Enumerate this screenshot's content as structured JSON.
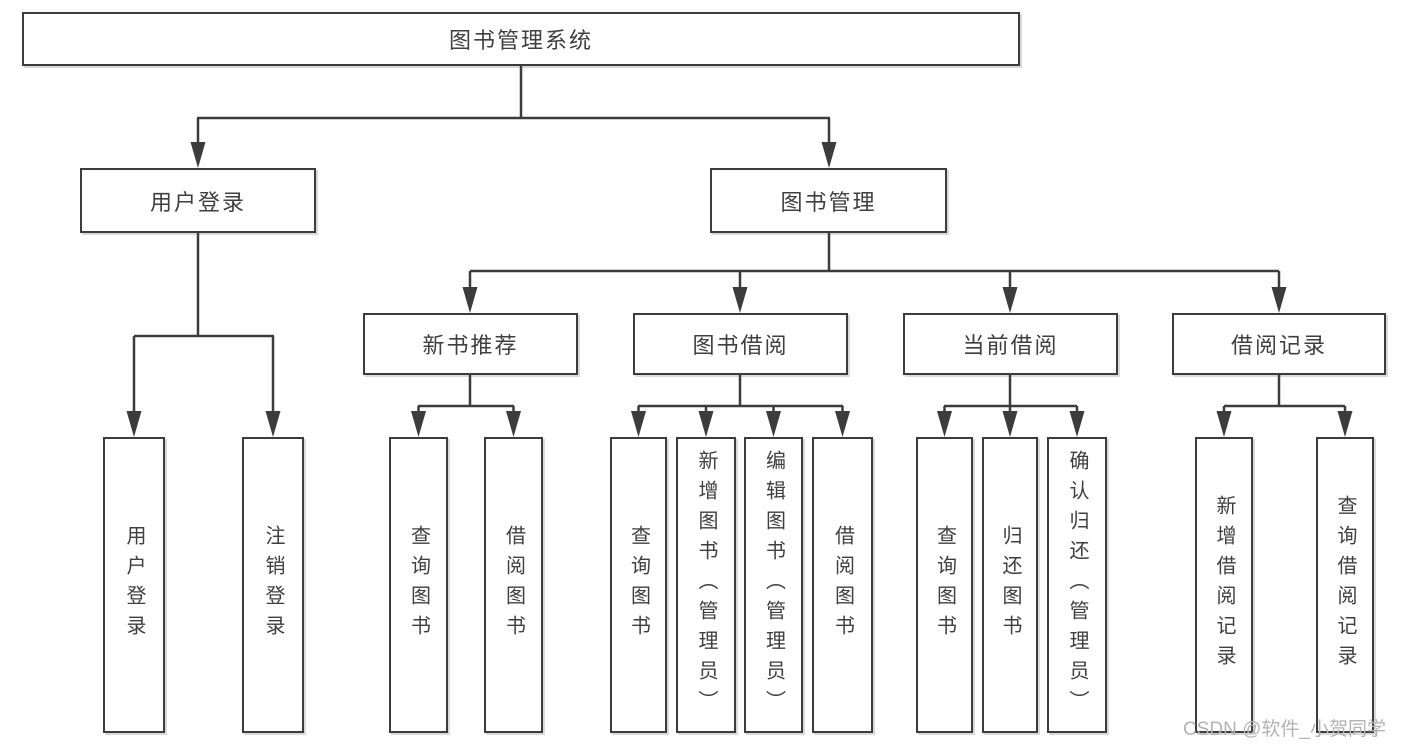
{
  "tree": {
    "root": {
      "label": "图书管理系统"
    },
    "branches": [
      {
        "label": "用户登录",
        "children": [
          {
            "label": "用户登录"
          },
          {
            "label": "注销登录"
          }
        ]
      },
      {
        "label": "图书管理",
        "children": [
          {
            "label": "新书推荐",
            "children": [
              {
                "label": "查询图书"
              },
              {
                "label": "借阅图书"
              }
            ]
          },
          {
            "label": "图书借阅",
            "children": [
              {
                "label": "查询图书"
              },
              {
                "label": "新增图书（管理员）"
              },
              {
                "label": "编辑图书（管理员）"
              },
              {
                "label": "借阅图书"
              }
            ]
          },
          {
            "label": "当前借阅",
            "children": [
              {
                "label": "查询图书"
              },
              {
                "label": "归还图书"
              },
              {
                "label": "确认归还（管理员）"
              }
            ]
          },
          {
            "label": "借阅记录",
            "children": [
              {
                "label": "新增借阅记录"
              },
              {
                "label": "查询借阅记录"
              }
            ]
          }
        ]
      }
    ]
  },
  "watermark": {
    "text": "CSDN @软件_小贺同学"
  },
  "colors": {
    "line": "#3c3c3c",
    "text": "#3f3f3f",
    "box_bg": "#ffffff",
    "page_bg": "#ffffff",
    "watermark": "#b3b3b3"
  }
}
